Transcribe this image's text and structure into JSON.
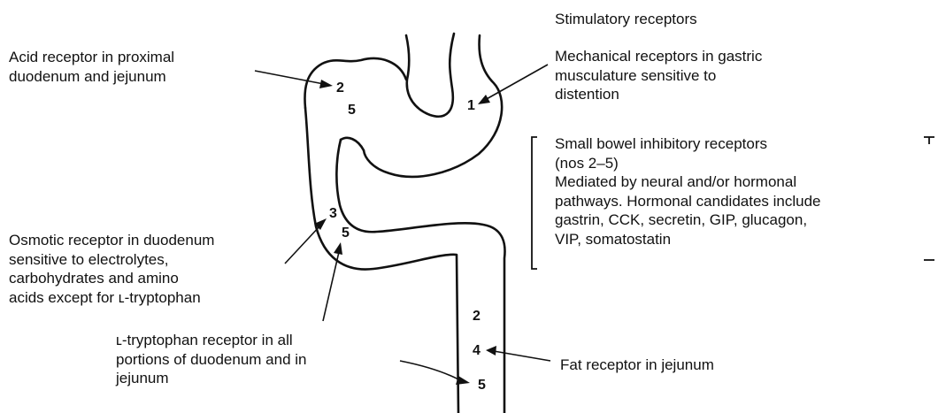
{
  "labels": {
    "stimulatory_title": "Stimulatory receptors",
    "mechanical": [
      "Mechanical receptors in gastric",
      "musculature sensitive to",
      "distention"
    ],
    "small_bowel": [
      "Small bowel inhibitory receptors",
      "(nos 2–5)",
      "Mediated by neural and/or hormonal",
      "pathways. Hormonal candidates include",
      "gastrin, CCK, secretin, GIP, glucagon,",
      "VIP, somatostatin"
    ],
    "acid": [
      "Acid receptor in proximal",
      "duodenum and jejunum"
    ],
    "osmotic": [
      "Osmotic receptor in duodenum",
      "sensitive to electrolytes,",
      "carbohydrates and amino",
      "acids except for ʟ-tryptophan"
    ],
    "tryptophan": [
      "ʟ-tryptophan receptor in all",
      "portions of duodenum and in",
      "jejunum"
    ],
    "fat": "Fat receptor in jejunum"
  },
  "numbers": {
    "stomach": "1",
    "bulb_acid": "2",
    "bulb_tryptophan": "5",
    "duod_osmotic": "3",
    "duod_tryptophan": "5",
    "jej_acid": "2",
    "jej_fat": "4",
    "jej_tryptophan": "5"
  }
}
